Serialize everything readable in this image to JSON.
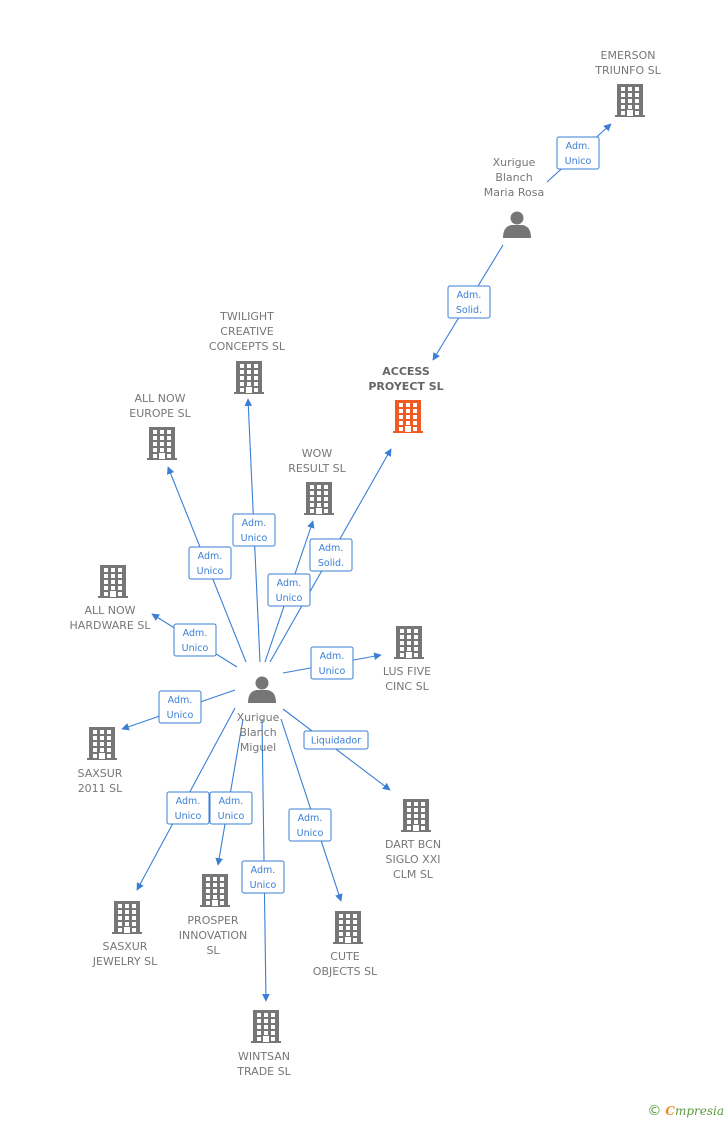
{
  "colors": {
    "edge": "#3a7fd5",
    "building": "#767676",
    "building_focus": "#f05a24",
    "person": "#767676",
    "label": "#777777"
  },
  "nodes": [
    {
      "id": "emerson",
      "kind": "company",
      "lines": [
        "EMERSON",
        "TRIUNFO  SL"
      ]
    },
    {
      "id": "maria",
      "kind": "person",
      "lines": [
        "Xurigue",
        "Blanch",
        "Maria Rosa"
      ]
    },
    {
      "id": "access",
      "kind": "company",
      "focus": true,
      "lines": [
        "ACCESS",
        "PROYECT  SL"
      ]
    },
    {
      "id": "twilight",
      "kind": "company",
      "lines": [
        "TWILIGHT",
        "CREATIVE",
        "CONCEPTS SL"
      ]
    },
    {
      "id": "allnoweu",
      "kind": "company",
      "lines": [
        "ALL NOW",
        "EUROPE  SL"
      ]
    },
    {
      "id": "wow",
      "kind": "company",
      "lines": [
        "WOW",
        "RESULT  SL"
      ]
    },
    {
      "id": "allnowhw",
      "kind": "company",
      "lines": [
        "ALL NOW",
        "HARDWARE  SL"
      ]
    },
    {
      "id": "lusfive",
      "kind": "company",
      "lines": [
        "LUS FIVE",
        "CINC  SL"
      ]
    },
    {
      "id": "miguel",
      "kind": "person",
      "lines": [
        "Xurigue",
        "Blanch",
        "Miguel"
      ]
    },
    {
      "id": "saxsur2011",
      "kind": "company",
      "lines": [
        "SAXSUR",
        "2011 SL"
      ]
    },
    {
      "id": "dartbcn",
      "kind": "company",
      "lines": [
        "DART BCN",
        "SIGLO XXI",
        "CLM SL"
      ]
    },
    {
      "id": "saxsurjw",
      "kind": "company",
      "lines": [
        "SASXUR",
        "JEWELRY SL"
      ]
    },
    {
      "id": "prosper",
      "kind": "company",
      "lines": [
        "PROSPER",
        "INNOVATION",
        "SL"
      ]
    },
    {
      "id": "cute",
      "kind": "company",
      "lines": [
        "CUTE",
        "OBJECTS SL"
      ]
    },
    {
      "id": "wintsan",
      "kind": "company",
      "lines": [
        "WINTSAN",
        "TRADE  SL"
      ]
    }
  ],
  "edges": [
    {
      "from": "maria",
      "to": "emerson",
      "label": [
        "Adm.",
        "Unico"
      ]
    },
    {
      "from": "maria",
      "to": "access",
      "label": [
        "Adm.",
        "Solid."
      ]
    },
    {
      "from": "miguel",
      "to": "twilight",
      "label": [
        "Adm.",
        "Unico"
      ]
    },
    {
      "from": "miguel",
      "to": "allnoweu",
      "label": [
        "Adm.",
        "Unico"
      ]
    },
    {
      "from": "miguel",
      "to": "access",
      "label": [
        "Adm.",
        "Solid."
      ]
    },
    {
      "from": "miguel",
      "to": "wow",
      "label": [
        "Adm.",
        "Unico"
      ]
    },
    {
      "from": "miguel",
      "to": "allnowhw",
      "label": [
        "Adm.",
        "Unico"
      ]
    },
    {
      "from": "miguel",
      "to": "lusfive",
      "label": [
        "Adm.",
        "Unico"
      ]
    },
    {
      "from": "miguel",
      "to": "saxsur2011",
      "label": [
        "Adm.",
        "Unico"
      ]
    },
    {
      "from": "miguel",
      "to": "dartbcn",
      "label": [
        "Liquidador"
      ]
    },
    {
      "from": "miguel",
      "to": "saxsurjw",
      "label": [
        "Adm.",
        "Unico"
      ]
    },
    {
      "from": "miguel",
      "to": "prosper",
      "label": [
        "Adm.",
        "Unico"
      ]
    },
    {
      "from": "miguel",
      "to": "cute",
      "label": [
        "Adm.",
        "Unico"
      ]
    },
    {
      "from": "miguel",
      "to": "wintsan",
      "label": [
        "Adm.",
        "Unico"
      ]
    }
  ],
  "footer": {
    "copyright": "©",
    "brand_initial": "C",
    "brand_rest": "mpresia"
  }
}
